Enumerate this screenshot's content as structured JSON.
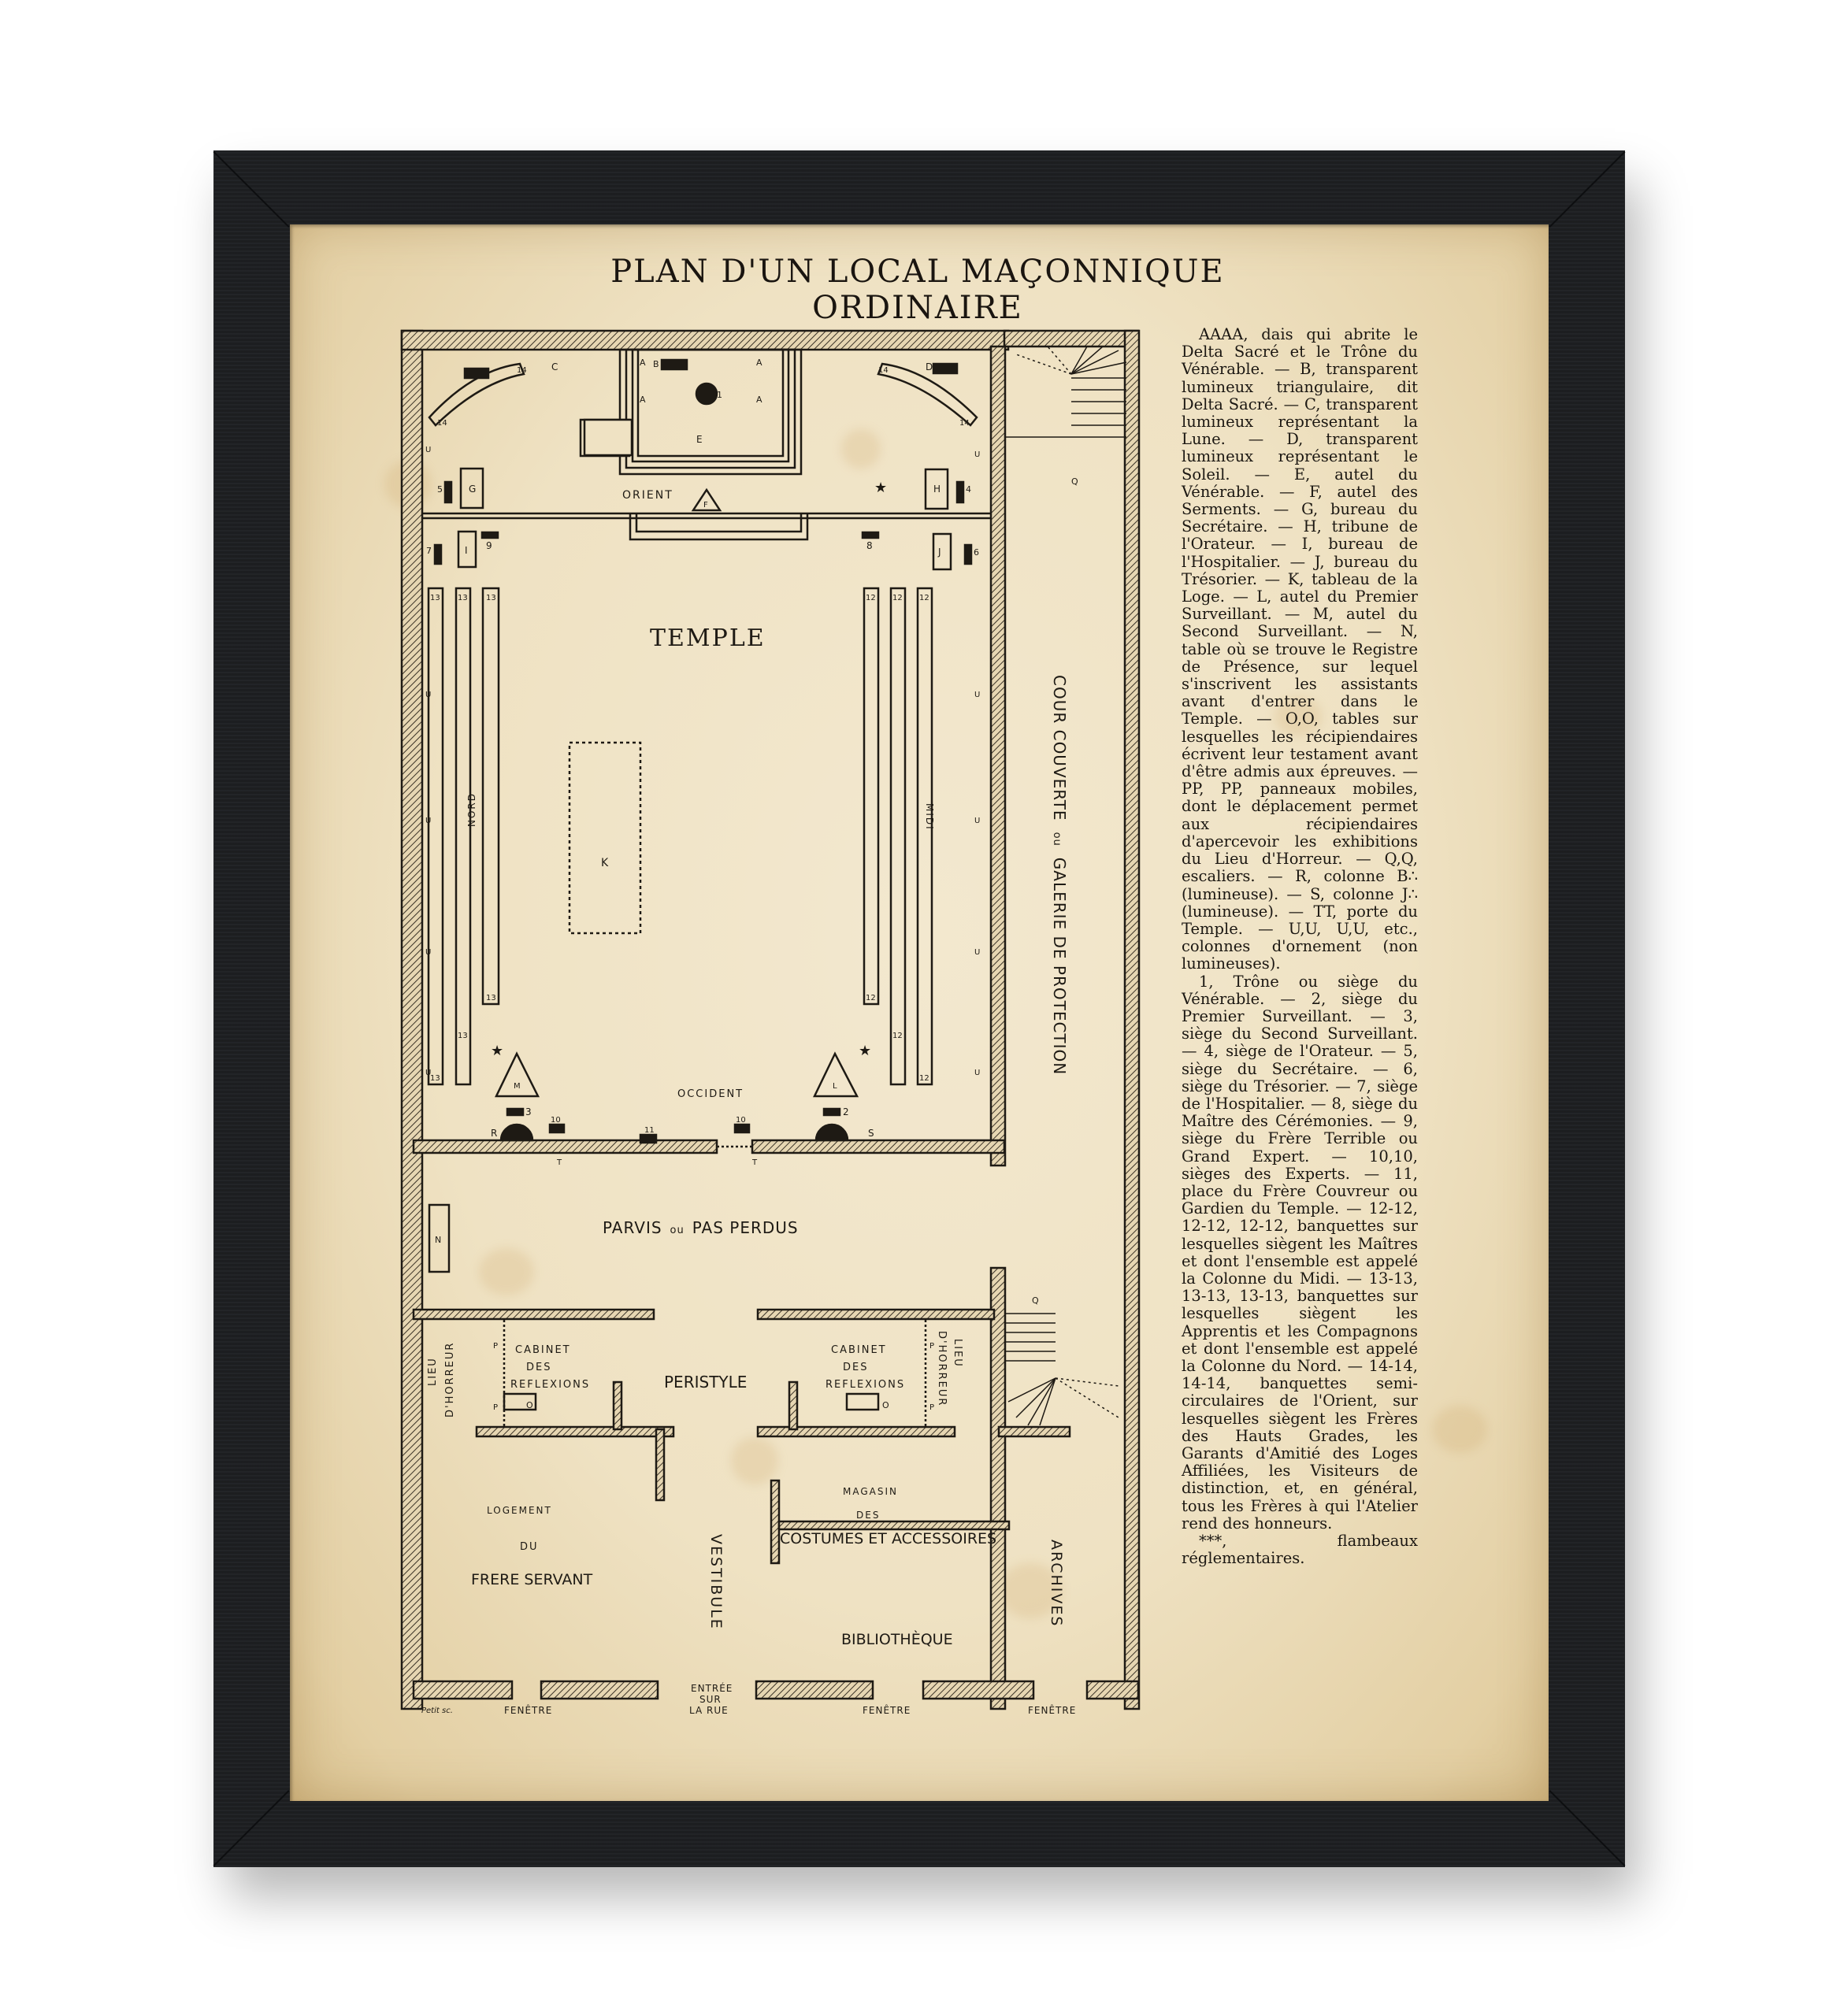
{
  "title": "PLAN D'UN LOCAL MAÇONNIQUE ORDINAIRE",
  "colors": {
    "frame": "#1d1f22",
    "paper": "#efe2c3",
    "ink": "#1e1a14",
    "background": "#ffffff"
  },
  "plan": {
    "rooms": {
      "orient": "ORIENT",
      "temple": "TEMPLE",
      "occident": "OCCIDENT",
      "nord": "NORD",
      "midi": "MIDI",
      "cour": "COUR COUVERTE",
      "cour_ou": "ou",
      "galerie": "GALERIE DE PROTECTION",
      "parvis": "PARVIS",
      "parvis_ou": "ou",
      "pas_perdus": "PAS PERDUS",
      "peristyle": "PERISTYLE",
      "cabinet_1": "CABINET",
      "cabinet_2": "DES",
      "cabinet_3": "REFLEXIONS",
      "lieu": "LIEU",
      "horreur": "D'HORREUR",
      "logement_1": "LOGEMENT",
      "logement_2": "DU",
      "logement_3": "FRERE SERVANT",
      "vestibule": "VESTIBULE",
      "magasin_1": "MAGASIN",
      "magasin_2": "DES",
      "magasin_3": "COSTUMES ET ACCESSOIRES",
      "bibliotheque": "BIBLIOTHÈQUE",
      "archives": "ARCHIVES",
      "entree_1": "ENTRÉE",
      "entree_2": "SUR",
      "entree_3": "LA RUE",
      "fenetre": "FENÊTRE",
      "signature": "Petit sc."
    },
    "markers": {
      "A": "A",
      "B": "B",
      "C": "C",
      "D": "D",
      "E": "E",
      "F": "F",
      "G": "G",
      "H": "H",
      "I": "I",
      "J": "J",
      "K": "K",
      "L": "L",
      "M": "M",
      "N": "N",
      "O": "O",
      "P": "P",
      "Q": "Q",
      "R": "R",
      "S": "S",
      "T": "T",
      "U": "U",
      "n1": "1",
      "n2": "2",
      "n3": "3",
      "n4": "4",
      "n5": "5",
      "n6": "6",
      "n7": "7",
      "n8": "8",
      "n9": "9",
      "n10": "10",
      "n11": "11",
      "n12": "12",
      "n13": "13",
      "n14": "14"
    }
  },
  "legend": {
    "paragraphs": [
      "AAAA, dais qui abrite le Delta Sacré et le Trône du Vénérable. — B, transparent lumineux triangulaire, dit Delta Sacré. — C, transparent lumineux représentant la Lune. — D, transparent lumineux représentant le Soleil. — E, autel du Vénérable. — F, autel des Serments. — G, bureau du Secrétaire. — H, tribune de l'Orateur. — I, bureau de l'Hospitalier. — J, bureau du Trésorier. — K, tableau de la Loge. — L, autel du Premier Surveillant. — M, autel du Second Surveillant. — N, table où se trouve le Registre de Présence, sur lequel s'inscrivent les assistants avant d'entrer dans le Temple. — O,O, tables sur lesquelles les récipiendaires écrivent leur testament avant d'être admis aux épreuves. — PP, PP, panneaux mobiles, dont le déplacement permet aux récipiendaires d'apercevoir les exhibitions du Lieu d'Horreur. — Q,Q, escaliers. — R, colonne B∴ (lumineuse). — S, colonne J∴ (lumineuse). — TT, porte du Temple. — U,U, U,U, etc., colonnes d'ornement (non lumineuses).",
      "1, Trône ou siège du Vénérable. — 2, siège du Premier Surveillant. — 3, siège du Second Surveillant. — 4, siège de l'Orateur. — 5, siège du Secrétaire. — 6, siège du Trésorier. — 7, siège de l'Hospitalier. — 8, siège du Maître des Cérémonies. — 9, siège du Frère Terrible ou Grand Expert. — 10,10, sièges des Experts. — 11, place du Frère Couvreur ou Gardien du Temple. — 12-12, 12-12, 12-12, banquettes sur lesquelles siègent les Maîtres et dont l'ensemble est appelé la Colonne du Midi. — 13-13, 13-13, 13-13, banquettes sur lesquelles siègent les Apprentis et les Compagnons et dont l'ensemble est appelé la Colonne du Nord. — 14-14, 14-14, banquettes semi-circulaires de l'Orient, sur lesquelles siègent les Frères des Hauts Grades, les Garants d'Amitié des Loges Affiliées, les Visiteurs de distinction, et, en général, tous les Frères à qui l'Atelier rend des honneurs.",
      "***, flambeaux réglementaires."
    ]
  }
}
